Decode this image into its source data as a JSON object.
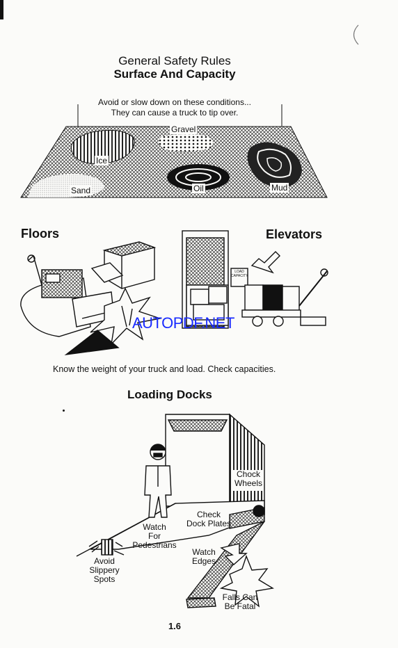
{
  "header": {
    "title": "General Safety Rules",
    "subtitle": "Surface And Capacity"
  },
  "surface": {
    "intro_line1": "Avoid or slow down on these conditions...",
    "intro_line2": "They can cause a truck to tip over.",
    "labels": {
      "gravel": "Gravel",
      "ice": "Ice",
      "sand": "Sand",
      "oil": "Oil",
      "mud": "Mud"
    }
  },
  "floors": {
    "heading": "Floors"
  },
  "elevators": {
    "heading": "Elevators",
    "sign_line1": "LOAD",
    "sign_line2": "CAPACITY"
  },
  "watermark": "AUTOPDF.NET",
  "capacity_note": "Know the weight of your truck and load.  Check capacities.",
  "docks": {
    "heading": "Loading Docks",
    "chock_line1": "Chock",
    "chock_line2": "Wheels",
    "watch_ped_line1": "Watch",
    "watch_ped_line2": "For",
    "watch_ped_line3": "Pedestrians",
    "dock_plates_line1": "Check",
    "dock_plates_line2": "Dock Plates",
    "edges_line1": "Watch",
    "edges_line2": "Edges",
    "slippery_line1": "Avoid",
    "slippery_line2": "Slippery",
    "slippery_line3": "Spots",
    "falls_line1": "Falls Can",
    "falls_line2": "Be Fatal"
  },
  "page_number": "1.6"
}
